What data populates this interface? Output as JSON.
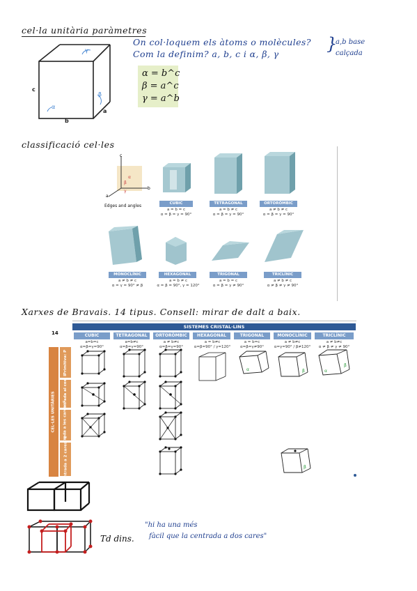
{
  "section1": {
    "title": "cel·la unitària paràmetres",
    "note_line1": "On col·loquem els àtoms o molècules?",
    "note_line2": "Com la definim?  a, b, c  i  α, β, γ",
    "brace_note1": "a,b base",
    "brace_note2": "calçada",
    "eq1": "α = b^c",
    "eq2": "β = a^c",
    "eq3": "γ = a^b",
    "label_a": "a",
    "label_b": "b",
    "label_c": "c",
    "label_alpha": "α",
    "label_beta": "β",
    "label_gamma": "γ"
  },
  "section2": {
    "title": "classificació cel·les",
    "edges_caption": "Edges and angles",
    "systems": [
      {
        "name": "CUBIC",
        "l1": "a = b = c",
        "l2": "α = β = γ = 90°"
      },
      {
        "name": "TETRAGONAL",
        "l1": "a = b ≠ c",
        "l2": "α = β = γ = 90°"
      },
      {
        "name": "ORTORÒMBIC",
        "l1": "a ≠ b ≠ c",
        "l2": "α = β = γ = 90°"
      },
      {
        "name": "MONOCLÍNIC",
        "l1": "a ≠ b ≠ c",
        "l2": "α = γ = 90° ≠ β"
      },
      {
        "name": "HEXAGONAL",
        "l1": "a = b ≠ c",
        "l2": "α = β = 90°, γ = 120°"
      },
      {
        "name": "TRIGONAL",
        "l1": "a = b = c",
        "l2": "α = β = γ ≠ 90°"
      },
      {
        "name": "TRICLÍNIC",
        "l1": "a ≠ b ≠ c",
        "l2": "α ≠ β ≠ γ ≠ 90°"
      }
    ]
  },
  "section3": {
    "title": "Xarxes de Bravais. 14 tipus. Consell: mirar de dalt a baix.",
    "count": "14",
    "banner": "SISTEMES CRISTAL·LINS",
    "side_label": "CEL·LES UNITÀRIES",
    "columns": [
      {
        "name": "CUBIC",
        "l1": "a=b=c",
        "l2": "α=β=γ=90°"
      },
      {
        "name": "TETRAGONAL",
        "l1": "a=b≠c",
        "l2": "α=β=γ=90°"
      },
      {
        "name": "ORTORÒMBIC",
        "l1": "a ≠ b≠c",
        "l2": "α=β=γ=90°"
      },
      {
        "name": "HEXAGONAL",
        "l1": "a = b≠c",
        "l2": "α=β=90° / γ=120°"
      },
      {
        "name": "TRIGONAL",
        "l1": "a = b=c",
        "l2": "α=β=γ≠90°"
      },
      {
        "name": "MONOCLÍNIC",
        "l1": "a ≠ b≠c",
        "l2": "α=γ=90° / β≠120°"
      },
      {
        "name": "TRICLÍNIC",
        "l1": "a ≠ b≠c",
        "l2": "α ≠ β ≠ γ ≠ 90°"
      }
    ],
    "rows": [
      {
        "label": "Primitiva: P"
      },
      {
        "label": "Centrada al cos: I"
      },
      {
        "label": "Centrada a les cares: F"
      },
      {
        "label": "Centrada a 2 cares: C"
      }
    ]
  },
  "section4": {
    "td_label": "Td dins.",
    "quote1": "\"hi ha una més",
    "quote2": "fàcil que la centrada a dos cares\""
  }
}
